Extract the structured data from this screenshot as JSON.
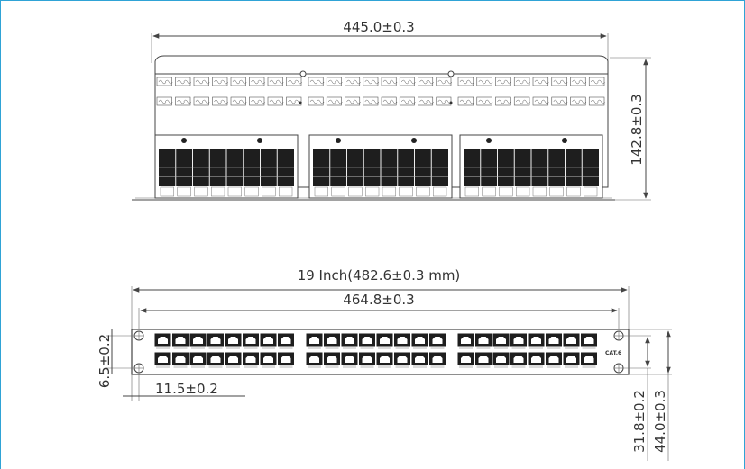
{
  "top_view": {
    "width_label": "445.0±0.3",
    "height_label": "142.8±0.3"
  },
  "front_view": {
    "overall_width_label": "19  Inch(482.6±0.3  mm)",
    "hole_spacing_label": "464.8±0.3",
    "hole_offset_label": "6.5±0.2",
    "hole_edge_label": "11.5±0.2",
    "hole_vertical_label": "31.8±0.2",
    "panel_height_label": "44.0±0.3",
    "category_mark": "CAT.6"
  },
  "colors": {
    "frame": "#2fa3d6",
    "line": "#444444",
    "module_fill": "#1e1e1e"
  }
}
